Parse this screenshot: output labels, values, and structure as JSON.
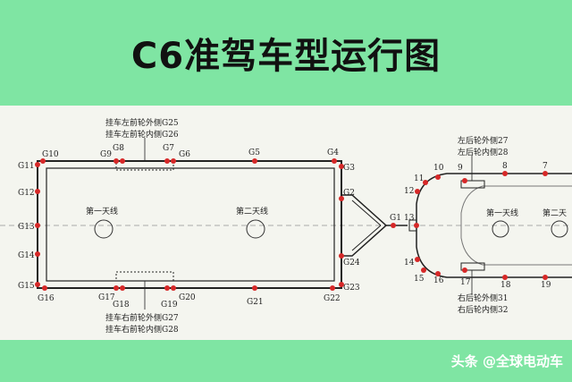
{
  "title": "C6准驾车型运行图",
  "watermark": "头条 @全球电动车",
  "colors": {
    "banner": "#7fe5a3",
    "panel": "#f4f5ef",
    "point": "#d62828",
    "line": "#222222"
  },
  "diagram": {
    "trailer_points": {
      "G1": "G1",
      "G2": "G2",
      "G3": "G3",
      "G4": "G4",
      "G5": "G5",
      "G6": "G6",
      "G7": "G7",
      "G8": "G8",
      "G9": "G9",
      "G10": "G10",
      "G11": "G11",
      "G12": "G12",
      "G13": "G13",
      "G14": "G14",
      "G15": "G15",
      "G16": "G16",
      "G17": "G17",
      "G18": "G18",
      "G19": "G19",
      "G20": "G20",
      "G21": "G21",
      "G22": "G22",
      "G23": "G23",
      "G24": "G24"
    },
    "car_points": {
      "p7": "7",
      "p8": "8",
      "p9": "9",
      "p10": "10",
      "p11": "11",
      "p12": "12",
      "p13": "13",
      "p14": "14",
      "p15": "15",
      "p16": "16",
      "p17": "17",
      "p18": "18",
      "p19": "19"
    },
    "antenna1": "第一天线",
    "antenna2": "第二天线",
    "car_antenna1": "第一天线",
    "car_antenna2": "第二天",
    "annotations": {
      "trailer_front_left_outer": "挂车左前轮外侧G25",
      "trailer_front_left_inner": "挂车左前轮内侧G26",
      "trailer_front_right_outer": "挂车右前轮外侧G27",
      "trailer_front_right_inner": "挂车右前轮内侧G28",
      "rear_left_outer": "左后轮外侧27",
      "rear_left_inner": "左后轮内侧28",
      "rear_right_outer": "右后轮外侧31",
      "rear_right_inner": "右后轮内侧32"
    }
  }
}
